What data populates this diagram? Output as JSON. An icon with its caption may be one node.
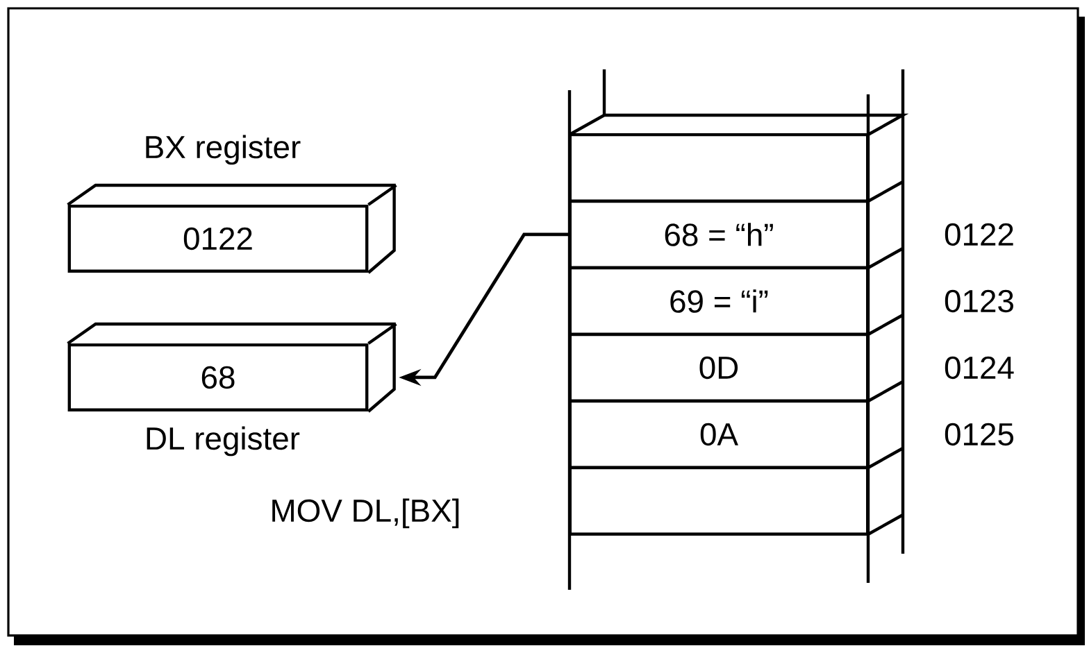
{
  "diagram": {
    "nodes": [
      {
        "text": [
          "BX register",
          "0122"
        ]
      },
      {
        "text": [
          "68",
          "DL register"
        ]
      },
      {
        "text": [],
        "shape": "box"
      },
      {
        "text": [
          "68 = “h”"
        ],
        "beside": [
          "0122"
        ]
      },
      {
        "text": [
          "69 = “i”"
        ],
        "beside": [
          "0123"
        ]
      },
      {
        "text": [
          "0D"
        ],
        "beside": [
          "0124"
        ]
      },
      {
        "text": [
          "0A"
        ],
        "beside": [
          "0125"
        ]
      },
      {
        "text": [],
        "shape": "box"
      }
    ],
    "edges": [
      {
        "from": 3,
        "to": 1,
        "arrow": "to"
      }
    ],
    "labels": [
      "MOV DL,[BX]"
    ]
  }
}
